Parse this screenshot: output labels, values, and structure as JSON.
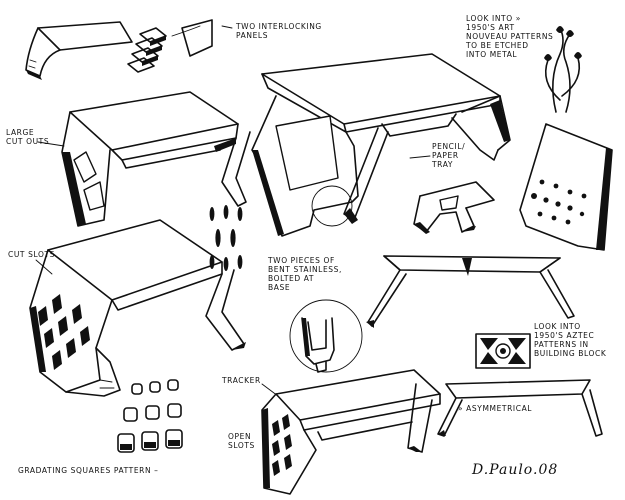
{
  "notes": {
    "interlocking": "Two interlocking\npanels",
    "metal_patterns": "Look into »\n1950's art\nnouveau patterns\nto be etched\ninto metal",
    "large_cutouts": "Large\ncut outs",
    "pencil_paper": "Pencil/\npaper\ntray",
    "bent_stainless": "Two pieces of\nbent stainless,\nbolted at\nbase",
    "cut_slots": "Cut slots",
    "aztec": "Look into\n1950's aztec\npatterns in\nbuilding block",
    "tracker": "Tracker",
    "open_slots": "Open\nslots",
    "asymmetrical": "» Asymmetrical",
    "gradating": "Gradating squares pattern –",
    "signature": "D.Paulo.08"
  }
}
